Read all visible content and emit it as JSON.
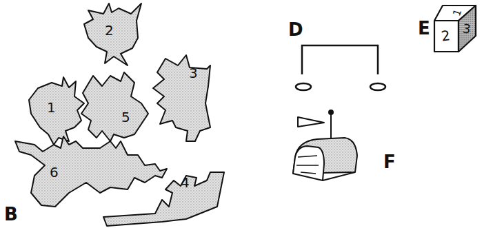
{
  "diagram": {
    "labels": [
      "2",
      "D",
      "E",
      "1",
      "2",
      "3",
      "1",
      "5",
      "3",
      "F",
      "6",
      "4",
      "B"
    ]
  }
}
